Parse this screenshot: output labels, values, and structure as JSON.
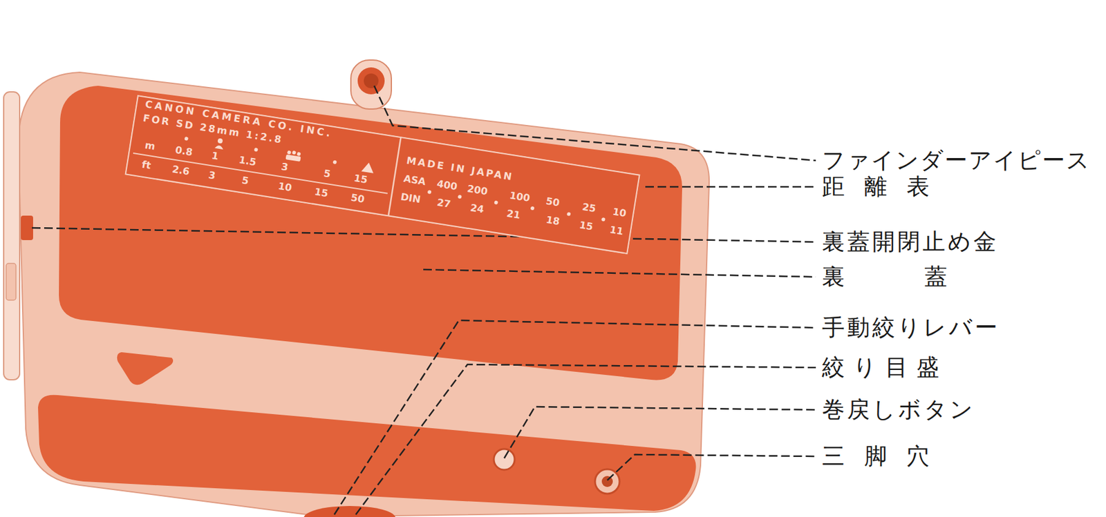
{
  "diagram": {
    "labels": [
      "CANON CAMERA CO. INC.",
      "FOR SD 28mm 1:2.8",
      "m",
      "0.8",
      "1",
      "1.5",
      "3",
      "5",
      "15",
      "ft",
      "2.6",
      "3",
      "5",
      "10",
      "15",
      "50",
      "MADE IN JAPAN",
      "ASA",
      "400",
      "200",
      "100",
      "50",
      "25",
      "10",
      "DIN",
      "27",
      "24",
      "21",
      "18",
      "15",
      "11",
      "ファインダーアイピース",
      "距離表",
      "裏蓋開閉止め金",
      "裏蓋",
      "手動絞りレバー",
      "絞り目盛",
      "巻戻しボタン",
      "三脚穴"
    ]
  }
}
